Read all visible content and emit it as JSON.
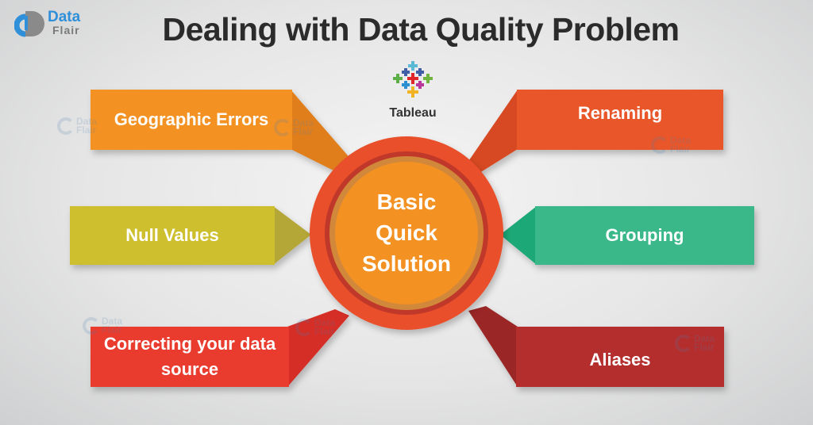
{
  "header": {
    "title": "Dealing with Data Quality Problem",
    "brand_logo": {
      "icon": "dataflair-logo-icon",
      "line1": "Data",
      "line2": "Flair"
    },
    "tableau_logo": {
      "icon": "tableau-cross-logo-icon",
      "label": "Tableau"
    }
  },
  "center": {
    "lines": [
      "Basic",
      "Quick",
      "Solution"
    ],
    "colors": {
      "outer": "#e8502a",
      "ring": "#c0392b",
      "inner_ring": "#d2883a",
      "core": "#f39121"
    }
  },
  "items": [
    {
      "label": "Geographic Errors",
      "position": "top-left",
      "color": "#f39121",
      "fold_color": "#e07e1a"
    },
    {
      "label": "Renaming",
      "position": "top-right",
      "color": "#e8562a",
      "fold_color": "#d64a22"
    },
    {
      "label": "Null Values",
      "position": "middle-left",
      "color": "#cdbf2f",
      "fold_color": "#b5a638"
    },
    {
      "label": "Grouping",
      "position": "middle-right",
      "color": "#3ab88a",
      "fold_color": "#1ea877"
    },
    {
      "label": "Correcting your data source",
      "position": "bottom-left",
      "color": "#e93b2e",
      "fold_color": "#d42f27"
    },
    {
      "label": "Aliases",
      "position": "bottom-right",
      "color": "#b52f2f",
      "fold_color": "#9a2828"
    }
  ],
  "watermark": {
    "line1": "Data",
    "line2": "Flair"
  }
}
